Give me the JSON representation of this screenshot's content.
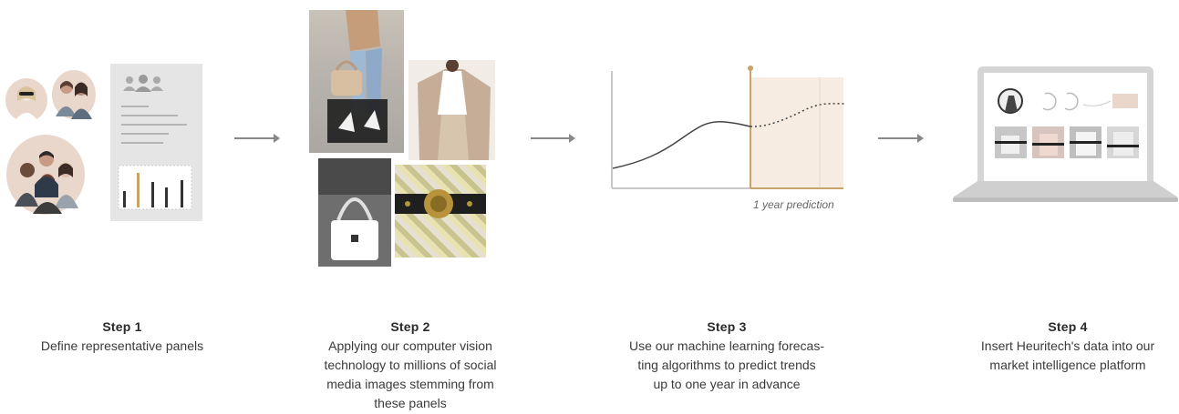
{
  "steps": [
    {
      "title": "Step 1",
      "lines": [
        "Define representative panels"
      ]
    },
    {
      "title": "Step 2",
      "lines": [
        "Applying our computer vision",
        "technology to millions of social",
        "media images stemming from",
        "these panels"
      ]
    },
    {
      "title": "Step 3",
      "lines": [
        "Use our machine learning forecas-",
        "ting algorithms to predict trends",
        "up to one year in advance"
      ]
    },
    {
      "title": "Step 4",
      "lines": [
        "Insert Heuritech's data into our",
        "market intelligence platform"
      ]
    }
  ],
  "chart": {
    "prediction_label": "1 year prediction"
  },
  "colors": {
    "accent": "#c9a46a",
    "prediction_fill": "#f7ece1",
    "skin_circle": "#ead7cb",
    "panel_gray": "#e5e5e5",
    "arrow": "#888888"
  },
  "icons": [
    "people-group-icon",
    "arrow-right-icon",
    "laptop-icon"
  ]
}
